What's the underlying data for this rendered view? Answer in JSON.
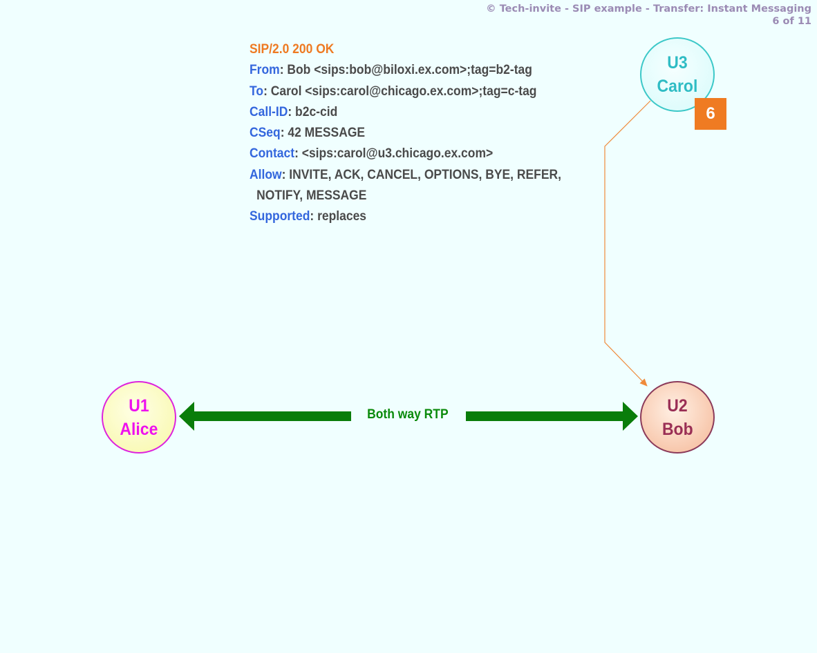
{
  "header": {
    "copyright": "© Tech-invite - SIP example - Transfer: Instant Messaging",
    "page": "6 of 11"
  },
  "message": {
    "status": "SIP/2.0 200 OK",
    "lines": [
      {
        "key": "From",
        "value": ": Bob <sips:bob@biloxi.ex.com>;tag=b2-tag"
      },
      {
        "key": "To",
        "value": ": Carol <sips:carol@chicago.ex.com>;tag=c-tag"
      },
      {
        "key": "Call-ID",
        "value": ": b2c-cid"
      },
      {
        "key": "CSeq",
        "value": ": 42 MESSAGE"
      },
      {
        "key": "Contact",
        "value": ": <sips:carol@u3.chicago.ex.com>"
      },
      {
        "key": "Allow",
        "value": ": INVITE, ACK, CANCEL, OPTIONS, BYE, REFER,"
      },
      {
        "key": "",
        "value": "NOTIFY, MESSAGE"
      },
      {
        "key": "Supported",
        "value": ": replaces"
      }
    ]
  },
  "nodes": {
    "alice": {
      "id": "U1",
      "name": "Alice"
    },
    "bob": {
      "id": "U2",
      "name": "Bob"
    },
    "carol": {
      "id": "U3",
      "name": "Carol"
    }
  },
  "step": "6",
  "rtp_label": "Both way RTP",
  "colors": {
    "background": "#f0ffff",
    "status": "#ee7a22",
    "header_key": "#3366dd",
    "header_value": "#4a4a4a",
    "rtp": "#0a8a0a",
    "message_arrow": "#ef8a3a",
    "step_badge": "#ef7b22"
  }
}
